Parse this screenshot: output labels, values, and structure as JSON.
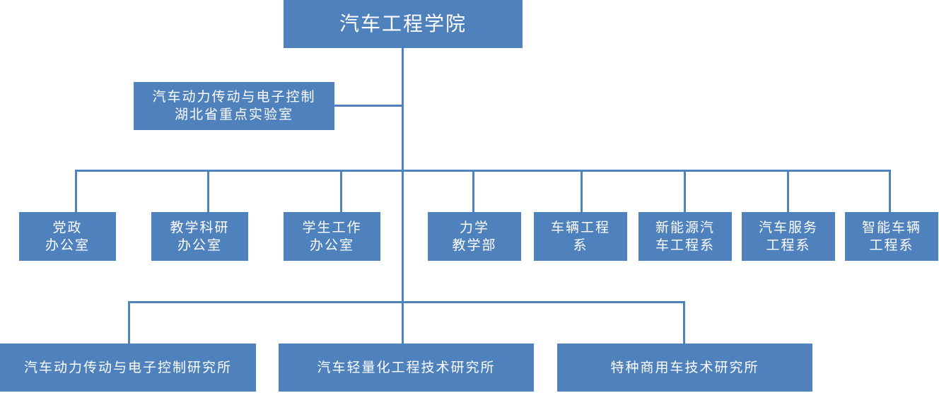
{
  "root": {
    "label": "汽车工程学院"
  },
  "lab": {
    "line1": "汽车动力传动与电子控制",
    "line2": "湖北省重点实验室"
  },
  "departments": [
    {
      "line1": "党政",
      "line2": "办公室"
    },
    {
      "line1": "教学科研",
      "line2": "办公室"
    },
    {
      "line1": "学生工作",
      "line2": "办公室"
    },
    {
      "line1": "力学",
      "line2": "教学部"
    },
    {
      "line1": "车辆工程",
      "line2": "系"
    },
    {
      "line1": "新能源汽",
      "line2": "车工程系"
    },
    {
      "line1": "汽车服务",
      "line2": "工程系"
    },
    {
      "line1": "智能车辆",
      "line2": "工程系"
    }
  ],
  "institutes": [
    {
      "label": "汽车动力传动与电子控制研究所"
    },
    {
      "label": "汽车轻量化工程技术研究所"
    },
    {
      "label": "特种商用车技术研究所"
    }
  ],
  "colors": {
    "box": "#4f81bd",
    "text": "#ffffff",
    "connector": "#4f81bd"
  }
}
